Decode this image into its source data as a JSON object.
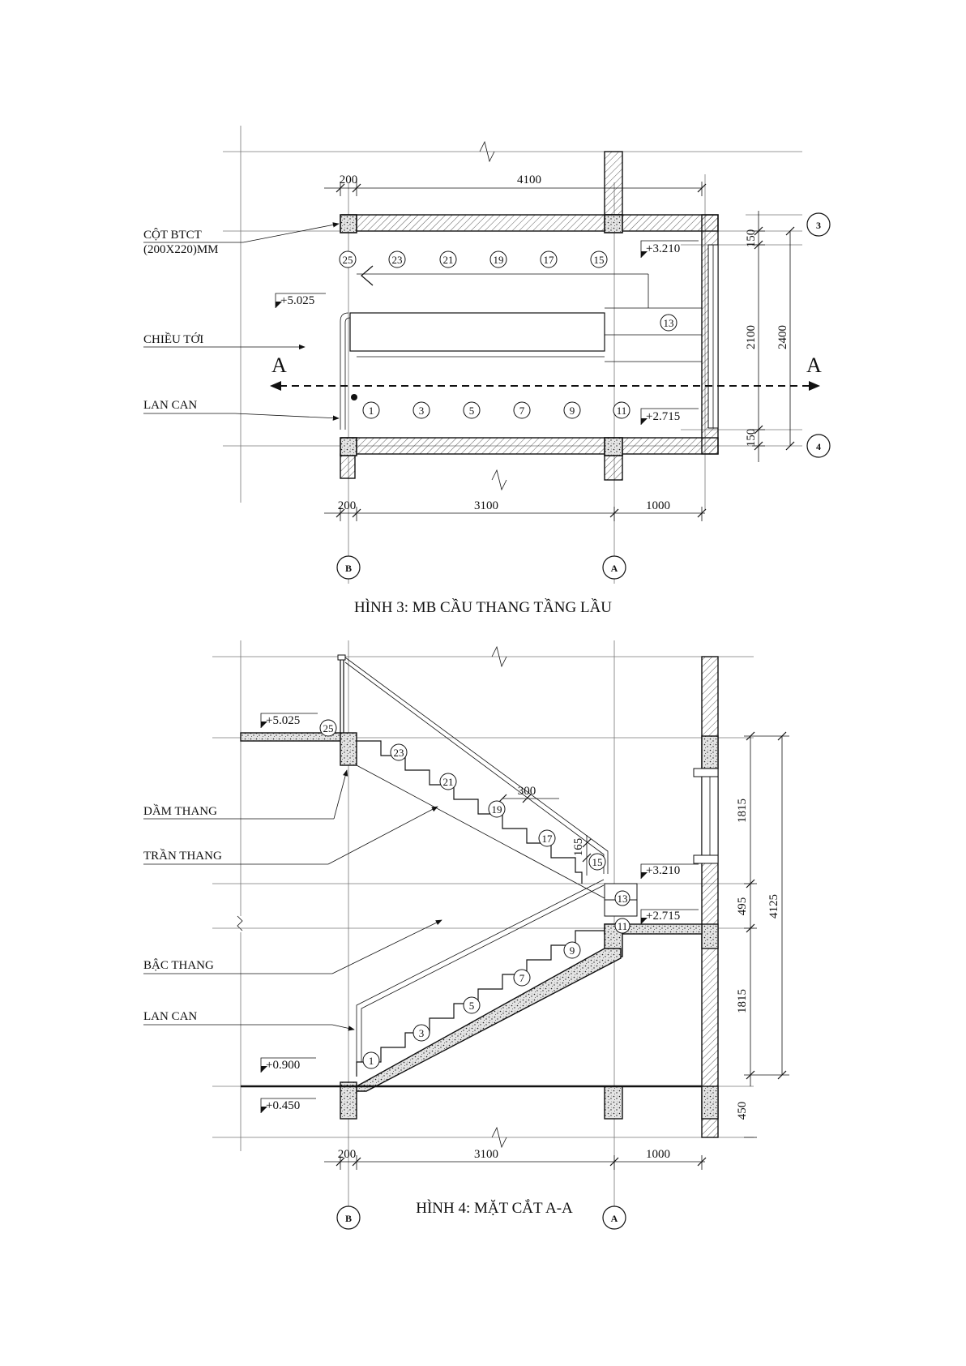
{
  "plan": {
    "caption": "HÌNH 3: MB CẦU THANG TẦNG LẦU",
    "labels": {
      "column": "CỘT BTCT",
      "column_size": "(200X220)MM",
      "direction": "CHIỀU TỚI",
      "railing": "LAN CAN"
    },
    "levels": {
      "upper": "+5.025",
      "landing_top": "+3.210",
      "landing_bottom": "+2.715"
    },
    "dims": {
      "top_a": "200",
      "top_b": "4100",
      "bottom_a": "200",
      "bottom_b": "3100",
      "bottom_c": "1000",
      "right_a": "150",
      "right_b": "2100",
      "right_c": "150",
      "right_total": "2400"
    },
    "section_mark": "A",
    "axes": {
      "row_top": "3",
      "row_bottom": "4",
      "col_left": "B",
      "col_right": "A"
    },
    "steps_top": [
      "25",
      "23",
      "21",
      "19",
      "17",
      "15"
    ],
    "steps_bottom": [
      "1",
      "3",
      "5",
      "7",
      "9",
      "11"
    ],
    "step_landing": "13"
  },
  "section": {
    "caption": "HÌNH 4: MẶT CẮT A-A",
    "labels": {
      "beam": "DẦM THANG",
      "soffit": "TRẦN THANG",
      "steps": "BẬC THANG",
      "railing": "LAN CAN"
    },
    "levels": {
      "upper": "+5.025",
      "landing_top": "+3.210",
      "landing_bottom": "+2.715",
      "floor": "+0.900",
      "ground": "+0.450"
    },
    "dims": {
      "tread": "300",
      "riser": "165",
      "v1": "1815",
      "v2": "495",
      "v3": "1815",
      "v4": "450",
      "v_total": "4125",
      "bottom_a": "200",
      "bottom_b": "3100",
      "bottom_c": "1000"
    },
    "steps_upper": [
      "25",
      "23",
      "21",
      "19",
      "17",
      "15"
    ],
    "steps_lower": [
      "1",
      "3",
      "5",
      "7",
      "9",
      "11",
      "13"
    ],
    "axes": {
      "col_left": "B",
      "col_right": "A"
    }
  }
}
